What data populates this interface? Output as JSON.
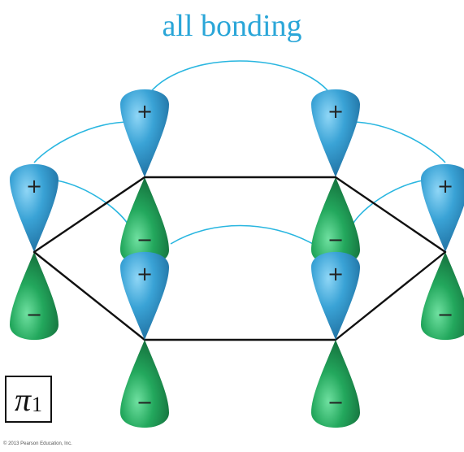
{
  "title": "all bonding",
  "orbital_label": {
    "symbol": "π",
    "subscript": "1"
  },
  "plus_sign": "+",
  "minus_sign": "−",
  "copyright": "© 2013 Pearson Education, Inc.",
  "colors": {
    "positive_lobe": "#2f98cc",
    "negative_lobe": "#1f9c57",
    "bond_lines": "#29b6e0",
    "ring": "#111111",
    "title": "#2aa6d8"
  }
}
